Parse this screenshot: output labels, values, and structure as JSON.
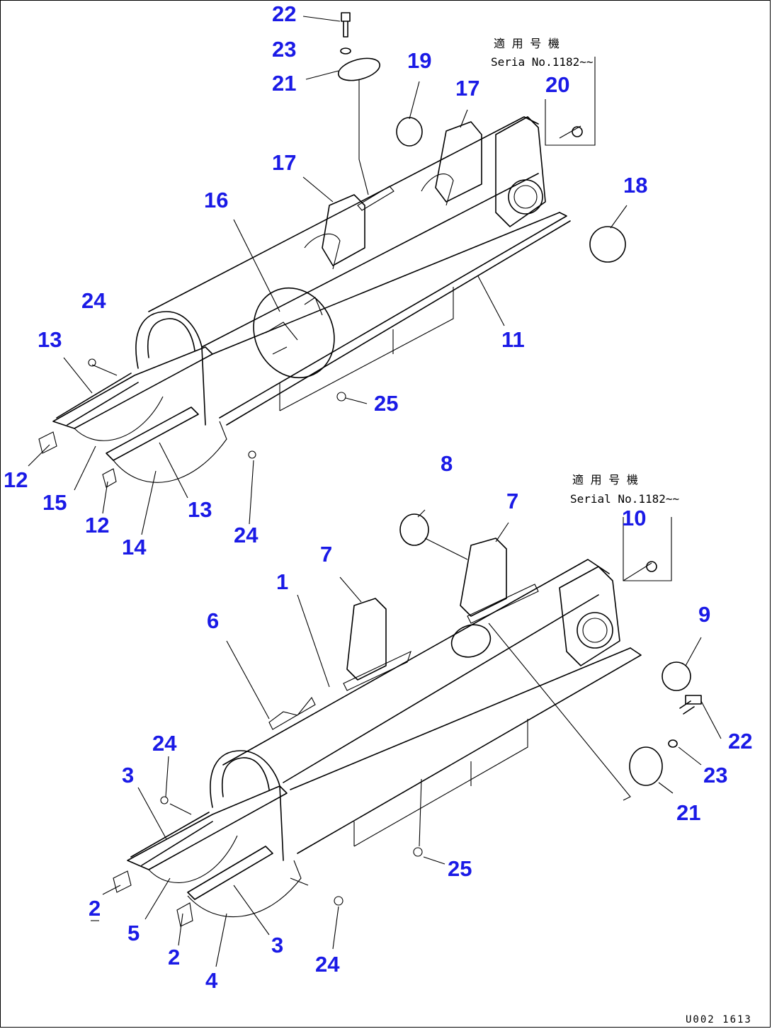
{
  "callouts": {
    "p1": "1",
    "p2a": "2",
    "p2b": "2",
    "p3a": "3",
    "p3b": "3",
    "p4": "4",
    "p5": "5",
    "p6": "6",
    "p7a": "7",
    "p7b": "7",
    "p8": "8",
    "p9": "9",
    "p10": "10",
    "p11": "11",
    "p12a": "12",
    "p12b": "12",
    "p13a": "13",
    "p13b": "13",
    "p14": "14",
    "p15": "15",
    "p16": "16",
    "p17a": "17",
    "p17b": "17",
    "p18": "18",
    "p19": "19",
    "p20": "20",
    "p21a": "21",
    "p21b": "21",
    "p22a": "22",
    "p22b": "22",
    "p23a": "23",
    "p23b": "23",
    "p24a": "24",
    "p24b": "24",
    "p24c": "24",
    "p24d": "24",
    "p25a": "25",
    "p25b": "25"
  },
  "notes": {
    "upper_jp": "適 用 号 機",
    "upper_serial": "Seria  No.1182~~",
    "lower_jp": "適 用 号 機",
    "lower_serial": "Serial No.1182~~"
  },
  "drawing_code": "U002 1613"
}
